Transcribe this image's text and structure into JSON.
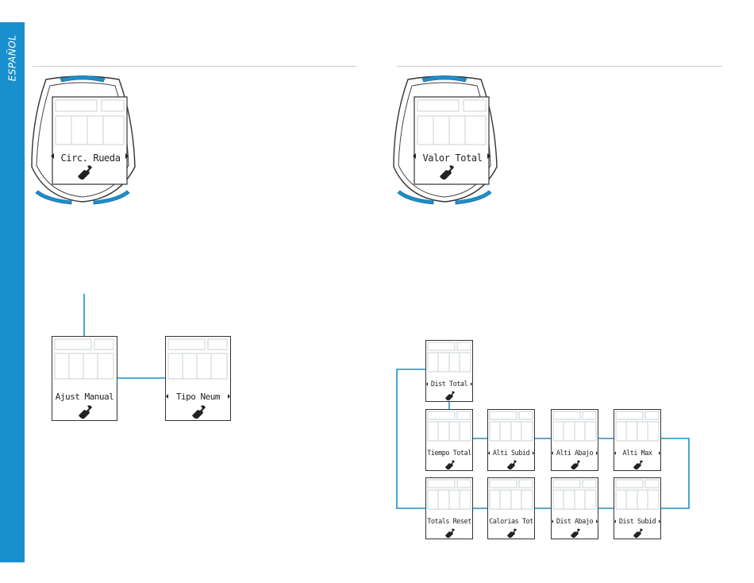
{
  "side_tab": {
    "label": "ESPAÑOL",
    "color": "#1a8fcd"
  },
  "accent_color": "#1a8fcd",
  "left_column": {
    "device_screen_label": "Circ. Rueda",
    "flow_screens": [
      "Ajust Manual",
      "Tipo Neum"
    ]
  },
  "right_column": {
    "device_screen_label": "Valor Total",
    "flow_screens": {
      "top": "Dist Total",
      "row1": [
        "Tiempo Total",
        "Alti Subid",
        "Alti Abajo",
        "Alti Max"
      ],
      "row2": [
        "Totals Reset",
        "Calorias Tot",
        "Dist Abajo",
        "Dist Subid"
      ]
    }
  }
}
